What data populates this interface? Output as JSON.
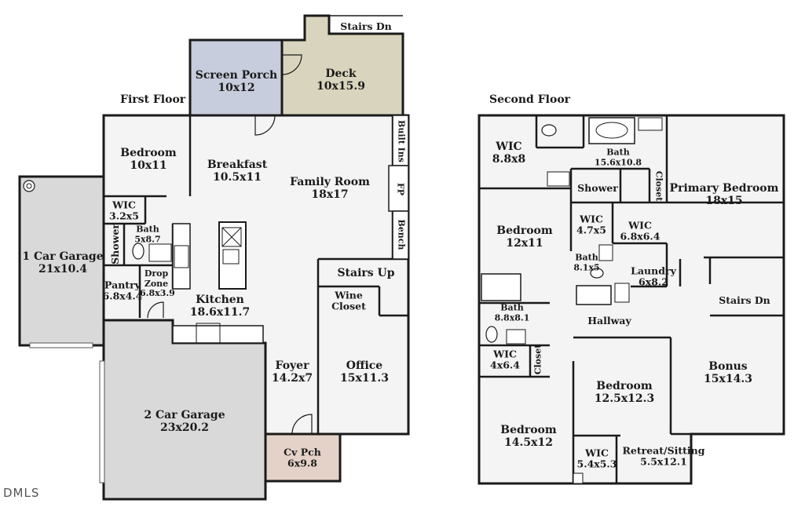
{
  "floors": {
    "first": {
      "title": "First Floor",
      "rooms": {
        "screen_porch": {
          "name": "Screen Porch",
          "dim": "10x12"
        },
        "deck": {
          "name": "Deck",
          "dim": "10x15.9"
        },
        "stairs_dn_deck": {
          "name": "Stairs Dn"
        },
        "bedroom": {
          "name": "Bedroom",
          "dim": "10x11"
        },
        "breakfast": {
          "name": "Breakfast",
          "dim": "10.5x11"
        },
        "family_room": {
          "name": "Family Room",
          "dim": "18x17"
        },
        "built_ins": {
          "name": "Built Ins"
        },
        "fp": {
          "name": "FP"
        },
        "bench": {
          "name": "Bench"
        },
        "wic": {
          "name": "WIC",
          "dim": "3.2x5"
        },
        "bath": {
          "name": "Bath",
          "dim": "5x8.7"
        },
        "shower": {
          "name": "Shower"
        },
        "garage_1": {
          "name": "1 Car Garage",
          "dim": "21x10.4"
        },
        "pantry": {
          "name": "Pantry",
          "dim": "6.8x4.4"
        },
        "drop_zone": {
          "name": "Drop Zone",
          "dim": "6.8x3.9"
        },
        "kitchen": {
          "name": "Kitchen",
          "dim": "18.6x11.7"
        },
        "stairs_up": {
          "name": "Stairs Up"
        },
        "wine_closet": {
          "name": "Wine Closet"
        },
        "foyer": {
          "name": "Foyer",
          "dim": "14.2x7"
        },
        "office": {
          "name": "Office",
          "dim": "15x11.3"
        },
        "garage_2": {
          "name": "2 Car Garage",
          "dim": "23x20.2"
        },
        "cv_pch": {
          "name": "Cv Pch",
          "dim": "6x9.8"
        }
      }
    },
    "second": {
      "title": "Second Floor",
      "rooms": {
        "wic_top": {
          "name": "WIC",
          "dim": "8.8x8"
        },
        "bath_primary": {
          "name": "Bath",
          "dim": "15.6x10.8"
        },
        "shower": {
          "name": "Shower"
        },
        "closet_top": {
          "name": "Closet"
        },
        "primary_bedroom": {
          "name": "Primary Bedroom",
          "dim": "18x15"
        },
        "wic_mid": {
          "name": "WIC",
          "dim": "4.7x5"
        },
        "wic_primary": {
          "name": "WIC",
          "dim": "6.8x6.4"
        },
        "bedroom_left": {
          "name": "Bedroom",
          "dim": "12x11"
        },
        "bath_small": {
          "name": "Bath",
          "dim": "8.1x5"
        },
        "laundry": {
          "name": "Laundry",
          "dim": "6x8.2"
        },
        "stairs_dn": {
          "name": "Stairs Dn"
        },
        "bath_lower": {
          "name": "Bath",
          "dim": "8.8x8.1"
        },
        "hallway": {
          "name": "Hallway"
        },
        "wic_lower": {
          "name": "WIC",
          "dim": "4x6.4"
        },
        "closet_lower": {
          "name": "Closet"
        },
        "bonus": {
          "name": "Bonus",
          "dim": "15x14.3"
        },
        "bedroom_mid": {
          "name": "Bedroom",
          "dim": "12.5x12.3"
        },
        "bedroom_bottom": {
          "name": "Bedroom",
          "dim": "14.5x12"
        },
        "wic_bottom": {
          "name": "WIC",
          "dim": "5.4x5.3"
        },
        "retreat": {
          "name": "Retreat/Sitting",
          "dim": "5.5x12.1"
        }
      }
    }
  },
  "watermark": "DMLS",
  "colors": {
    "wall": "#1a1a1a",
    "floor": "#f4f4f4",
    "garage": "#d9d9d9",
    "screen_porch": "#c7cddc",
    "deck": "#d9d4bd",
    "covered_porch": "#e4d2c8"
  }
}
